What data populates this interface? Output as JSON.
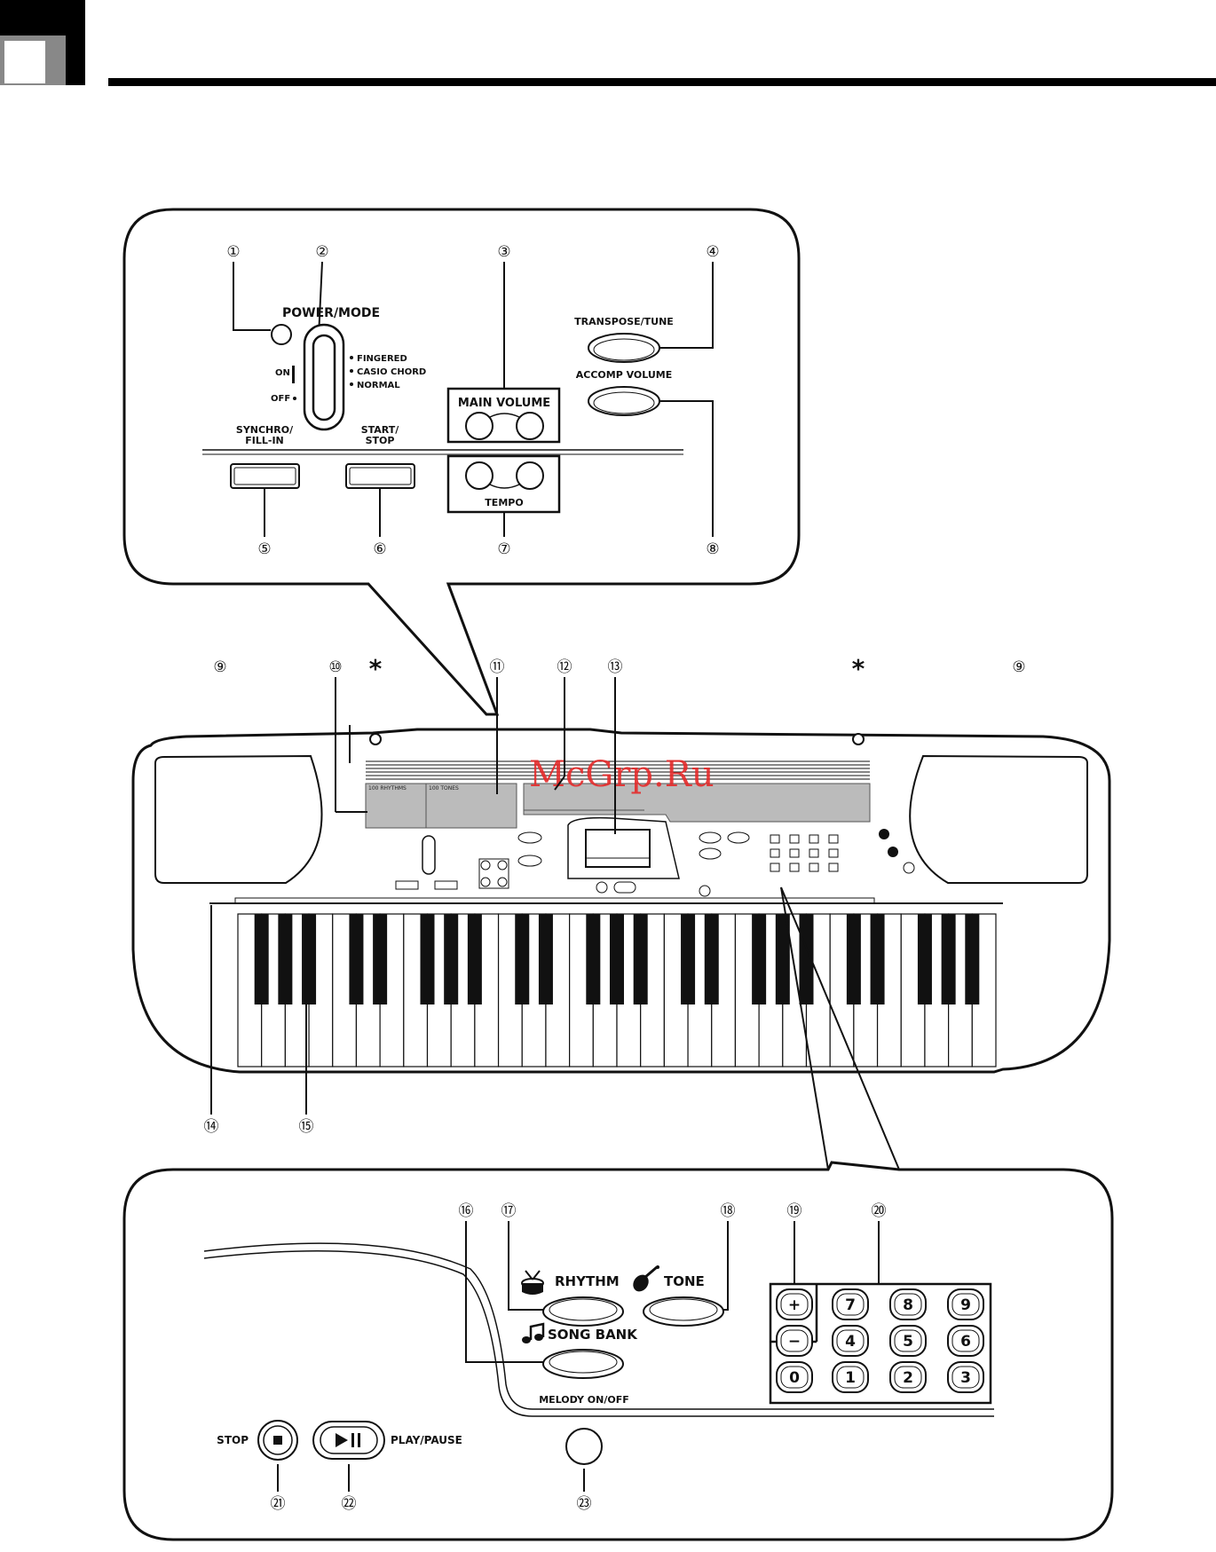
{
  "watermark": "McGrp.Ru",
  "top_panel": {
    "power_mode": "POWER/MODE",
    "on": "ON",
    "off": "OFF",
    "mode_options": [
      "FINGERED",
      "CASIO CHORD",
      "NORMAL"
    ],
    "main_volume": "MAIN VOLUME",
    "tempo": "TEMPO",
    "transpose_tune": "TRANSPOSE/TUNE",
    "accomp_volume": "ACCOMP VOLUME",
    "synchro_line1": "SYNCHRO/",
    "synchro_line2": "FILL-IN",
    "start_line1": "START/",
    "start_line2": "STOP"
  },
  "bottom_panel": {
    "rhythm": "RHYTHM",
    "tone": "TONE",
    "song_bank": "SONG BANK",
    "melody": "MELODY ON/OFF",
    "stop": "STOP",
    "play_pause": "PLAY/PAUSE",
    "keypad_keys": [
      "+",
      "7",
      "8",
      "9",
      "−",
      "4",
      "5",
      "6",
      "0",
      "1",
      "2",
      "3"
    ]
  },
  "keyboard_panel": {
    "rhythms_label": "100 RHYTHMS",
    "tones_label": "100 TONES",
    "asterisk": "*"
  },
  "callouts": {
    "c1": "①",
    "c2": "②",
    "c3": "③",
    "c4": "④",
    "c5": "⑤",
    "c6": "⑥",
    "c7": "⑦",
    "c8": "⑧",
    "c9": "⑨",
    "c10": "⑩",
    "c11": "⑪",
    "c12": "⑫",
    "c13": "⑬",
    "c14": "⑭",
    "c15": "⑮",
    "c16": "⑯",
    "c17": "⑰",
    "c18": "⑱",
    "c19": "⑲",
    "c20": "⑳",
    "c21": "㉑",
    "c22": "㉒",
    "c23": "㉓"
  }
}
